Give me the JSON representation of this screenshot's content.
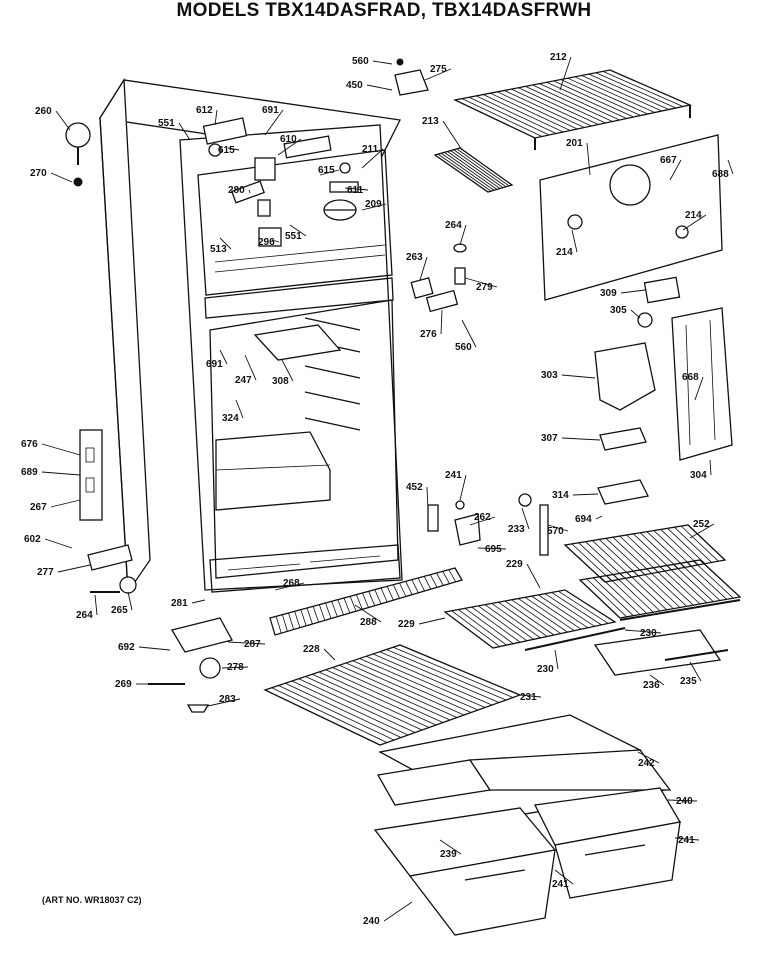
{
  "title": "MODELS TBX14DASFRAD, TBX14DASFRWH",
  "art_number": "(ART NO. WR18037 C2)",
  "callouts": [
    "560",
    "275",
    "450",
    "212",
    "260",
    "612",
    "551",
    "691",
    "610",
    "211",
    "213",
    "201",
    "667",
    "688",
    "270",
    "615",
    "280",
    "611",
    "615",
    "209",
    "551",
    "513",
    "296",
    "264",
    "214",
    "214",
    "263",
    "279",
    "276",
    "560",
    "309",
    "305",
    "691",
    "247",
    "308",
    "303",
    "668",
    "324",
    "676",
    "689",
    "267",
    "307",
    "241",
    "304",
    "452",
    "314",
    "252",
    "262",
    "233",
    "570",
    "694",
    "695",
    "602",
    "229",
    "277",
    "268",
    "281",
    "264",
    "265",
    "229",
    "230",
    "288",
    "287",
    "692",
    "278",
    "228",
    "230",
    "236",
    "269",
    "235",
    "283",
    "231",
    "242",
    "240",
    "239",
    "241",
    "241",
    "240"
  ]
}
